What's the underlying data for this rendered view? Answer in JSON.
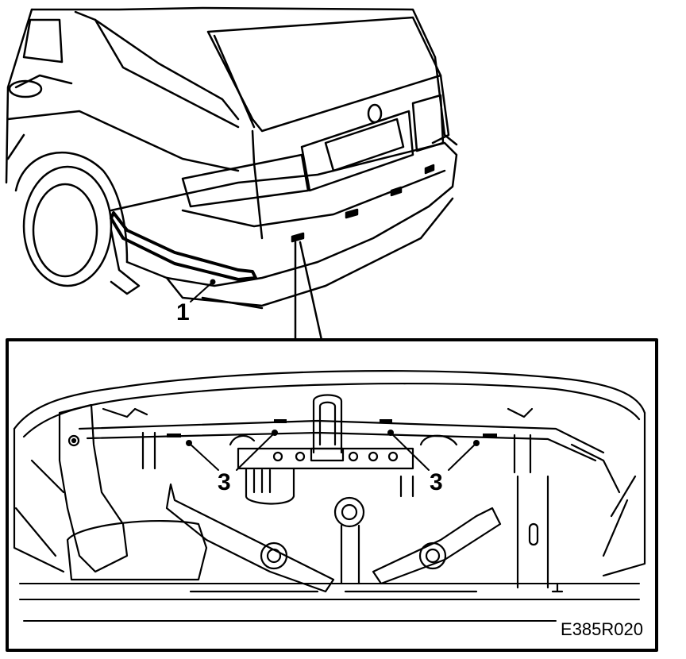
{
  "figure_code": "E385R020",
  "callouts": {
    "bumper_trim": "1",
    "clips_left": "3",
    "clips_right": "3"
  },
  "colors": {
    "line": "#000000",
    "background": "#ffffff"
  }
}
